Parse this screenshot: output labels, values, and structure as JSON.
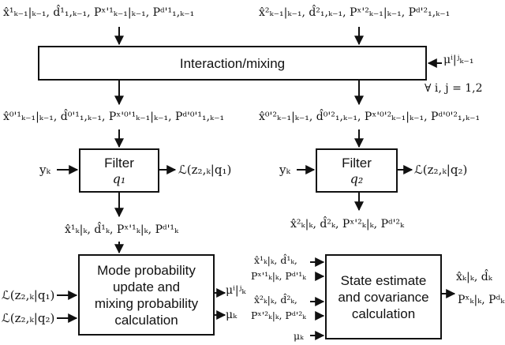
{
  "blocks": {
    "mixing": [
      "Interaction/mixing"
    ],
    "filter1": {
      "title": "Filter",
      "mode": "q₁"
    },
    "filter2": {
      "title": "Filter",
      "mode": "q₂"
    },
    "mode_prob": [
      "Mode probability",
      "update and",
      "mixing probability",
      "calculation"
    ],
    "state_est": [
      "State estimate",
      "and covariance",
      "calculation"
    ]
  },
  "labels": {
    "in1": "x̂¹ₖ₋₁|ₖ₋₁, d̂¹₁,ₖ₋₁, Pˣ'¹ₖ₋₁|ₖ₋₁, Pᵈ'¹₁,ₖ₋₁",
    "in2": "x̂²ₖ₋₁|ₖ₋₁, d̂²₁,ₖ₋₁, Pˣ'²ₖ₋₁|ₖ₋₁, Pᵈ'²₁,ₖ₋₁",
    "mu_in": "μⁱ|ʲₖ₋₁",
    "forall": "∀ i, j = 1,2",
    "mixed1": "x̂⁰'¹ₖ₋₁|ₖ₋₁, d̂⁰'¹₁,ₖ₋₁, Pˣ'⁰'¹ₖ₋₁|ₖ₋₁, Pᵈ'⁰'¹₁,ₖ₋₁",
    "mixed2": "x̂⁰'²ₖ₋₁|ₖ₋₁, d̂⁰'²₁,ₖ₋₁, Pˣ'⁰'²ₖ₋₁|ₖ₋₁, Pᵈ'⁰'²₁,ₖ₋₁",
    "y1": "yₖ",
    "y2": "yₖ",
    "lik1": "ℒ(z₂,ₖ|q₁)",
    "lik2": "ℒ(z₂,ₖ|q₂)",
    "out1": "x̂¹ₖ|ₖ, d̂¹ₖ, Pˣ'¹ₖ|ₖ, Pᵈ'¹ₖ",
    "out2": "x̂²ₖ|ₖ, d̂²ₖ, Pˣ'²ₖ|ₖ, Pᵈ'²ₖ",
    "lik_in1": "ℒ(z₂,ₖ|q₁)",
    "lik_in2": "ℒ(z₂,ₖ|q₂)",
    "mu_out": "μⁱ|ʲₖ",
    "mu_k_out": "μₖ",
    "se_in_a": "x̂¹ₖ|ₖ, d̂¹ₖ,",
    "se_in_b": "Pˣ'¹ₖ|ₖ, Pᵈ'¹ₖ",
    "se_in_c": "x̂²ₖ|ₖ, d̂²ₖ,",
    "se_in_d": "Pˣ'²ₖ|ₖ, Pᵈ'²ₖ",
    "se_in_mu": "μₖ",
    "final_a": "x̂ₖ|ₖ, d̂ₖ",
    "final_b": "Pˣₖ|ₖ, Pᵈₖ"
  }
}
